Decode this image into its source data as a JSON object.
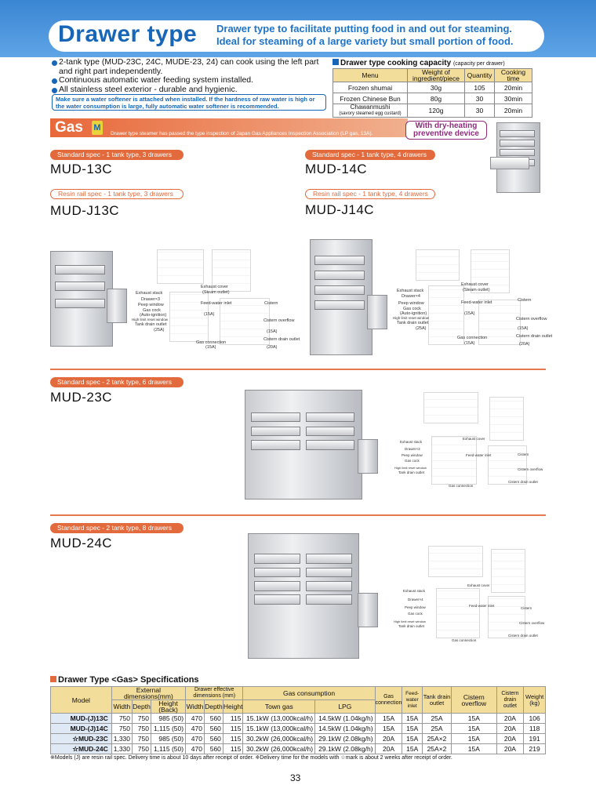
{
  "header": {
    "title": "Drawer type",
    "subtitle_line1": "Drawer type to facilitate putting food in and out for steaming.",
    "subtitle_line2": "Ideal for steaming of a large variety but small portion of food."
  },
  "bullets": [
    "2-tank type (MUD-23C, 24C, MUDE-23, 24) can cook using the left part and right part independently.",
    "Continuous automatic water feeding system installed.",
    "All stainless steel exterior - durable and hygienic."
  ],
  "note": "Make sure a water softener is attached when installed. If the hardness of raw water is high or the water consumption is large, fully automatic water softener is recommended.",
  "capacity": {
    "title": "Drawer type cooking capacity",
    "title_note": "(capacity per drawer)",
    "headers": [
      "Menu",
      "Weight of ingredient/piece",
      "Quantity",
      "Cooking time"
    ],
    "rows": [
      {
        "menu": "Frozen shumai",
        "weight": "30g",
        "qty": "105",
        "time": "20min"
      },
      {
        "menu": "Frozen Chinese Bun",
        "weight": "80g",
        "qty": "30",
        "time": "30min"
      },
      {
        "menu": "Chawanmushi",
        "menu_sub": "(savory steamed egg custard)",
        "weight": "120g",
        "qty": "30",
        "time": "20min"
      }
    ]
  },
  "gas_section": {
    "label": "Gas",
    "logo_text": "M",
    "note": "Drawer type steamer has passed the type inspection of Japan Gas Appliances Inspection Association (LP gas, 13A).",
    "badge_line1": "With dry-heating",
    "badge_line2": "preventive device"
  },
  "models": {
    "std_1tank3": "Standard spec - 1 tank type, 3 drawers",
    "mud13c": "MUD-13C",
    "resin_1tank3": "Resin rail spec - 1 tank type, 3 drawers",
    "mudj13c": "MUD-J13C",
    "std_1tank4": "Standard spec - 1 tank type, 4 drawers",
    "mud14c": "MUD-14C",
    "resin_1tank4": "Resin rail spec - 1 tank type, 4 drawers",
    "mudj14c": "MUD-J14C",
    "std_2tank6": "Standard spec - 2 tank type, 6 drawers",
    "mud23c": "MUD-23C",
    "std_2tank8": "Standard spec - 2 tank type, 8 drawers",
    "mud24c": "MUD-24C"
  },
  "diagram_labels": {
    "exhaust_stack": "Exhaust stack",
    "drawer": "Drawer×3",
    "drawer4": "Drawer×4",
    "peep_window": "Peep window",
    "gas_cock": "Gas cock",
    "auto_ignition": "(Auto-ignition)",
    "high_limit": "High limit reset window",
    "tank_drain": "Tank drain outlet",
    "tank_drain_size": "(25A)",
    "exhaust_cover": "Exhaust cover",
    "steam_outlet": "(Steam outlet)",
    "feed_water": "Feed-water inlet",
    "feed_water_size": "(15A)",
    "cistern": "Cistern",
    "cistern_overflow": "Cistern overflow",
    "cistern_overflow_size": "(15A)",
    "cistern_drain": "Cistern drain outlet",
    "cistern_drain_size": "(20A)",
    "gas_connection": "Gas connection",
    "gas_connection_size": "(15A)"
  },
  "spec": {
    "title": "Drawer Type <Gas> Specifications",
    "h_model": "Model",
    "h_ext": "External dimensions(mm)",
    "h_drawer": "Drawer effective dimensions (mm)",
    "h_gas": "Gas consumption",
    "h_gasconn": "Gas connection",
    "h_feed": "Feed-water inlet",
    "h_tank": "Tank drain outlet",
    "h_cov": "Cistern overflow",
    "h_cdrain": "Cistern drain outlet",
    "h_weight": "Weight (kg)",
    "sub": [
      "Width",
      "Depth",
      "Height (Back)",
      "Width",
      "Depth",
      "Height",
      "Town gas",
      "LPG"
    ],
    "rows": [
      {
        "model": "MUD-(J)13C",
        "w": "750",
        "d": "750",
        "h": "985 (50)",
        "dw": "470",
        "dd": "560",
        "dh": "115",
        "town": "15.1kW (13,000kcal/h)",
        "lpg": "14.5kW (1.04kg/h)",
        "gc": "15A",
        "fw": "15A",
        "td": "25A",
        "co": "15A",
        "cd": "20A",
        "wt": "106"
      },
      {
        "model": "MUD-(J)14C",
        "w": "750",
        "d": "750",
        "h": "1,115 (50)",
        "dw": "470",
        "dd": "560",
        "dh": "115",
        "town": "15.1kW (13,000kcal/h)",
        "lpg": "14.5kW (1.04kg/h)",
        "gc": "15A",
        "fw": "15A",
        "td": "25A",
        "co": "15A",
        "cd": "20A",
        "wt": "118"
      },
      {
        "model": "☆MUD-23C",
        "w": "1,330",
        "d": "750",
        "h": "985 (50)",
        "dw": "470",
        "dd": "560",
        "dh": "115",
        "town": "30.2kW (26,000kcal/h)",
        "lpg": "29.1kW (2.08kg/h)",
        "gc": "20A",
        "fw": "15A",
        "td": "25A×2",
        "co": "15A",
        "cd": "20A",
        "wt": "191"
      },
      {
        "model": "☆MUD-24C",
        "w": "1,330",
        "d": "750",
        "h": "1,115 (50)",
        "dw": "470",
        "dd": "560",
        "dh": "115",
        "town": "30.2kW (26,000kcal/h)",
        "lpg": "29.1kW (2.08kg/h)",
        "gc": "20A",
        "fw": "15A",
        "td": "25A×2",
        "co": "15A",
        "cd": "20A",
        "wt": "219"
      }
    ],
    "footnote": "※Models (J) are resin rail spec. Delivery time is about 10 days after receipt of order. ※Delivery time for the models with ☆mark is about 2 weeks after receipt of order."
  },
  "page_number": "33"
}
